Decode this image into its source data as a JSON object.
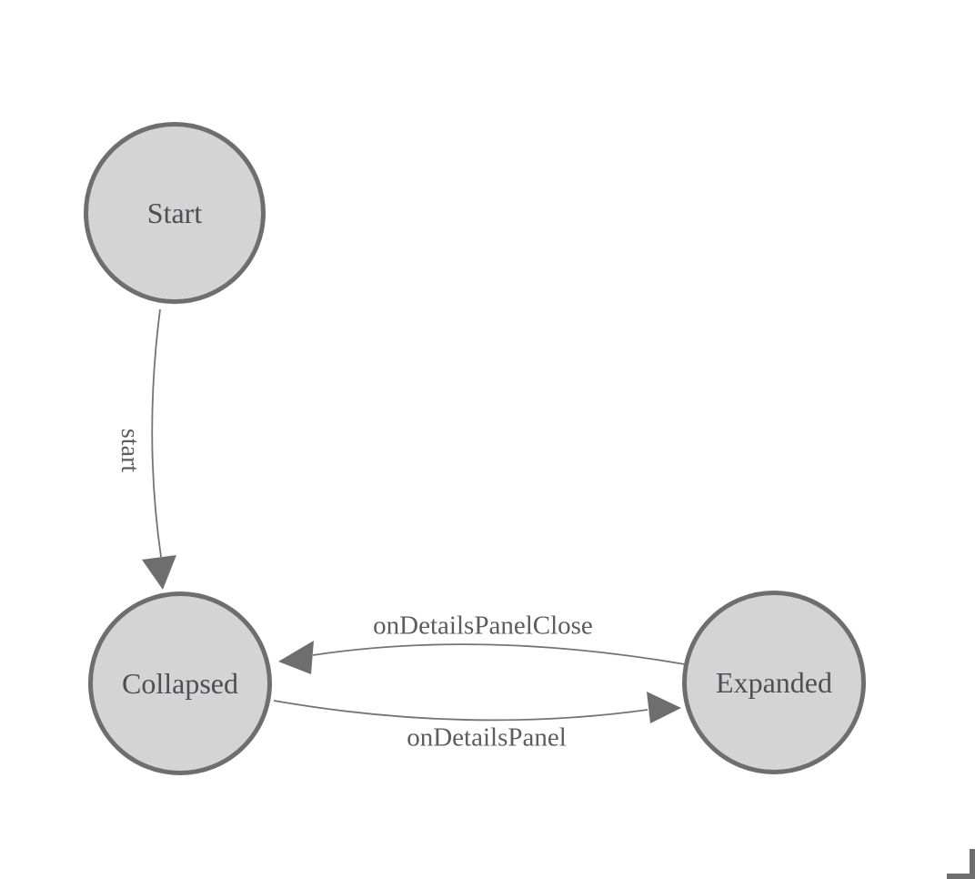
{
  "diagram": {
    "type": "state-machine",
    "nodes": [
      {
        "id": "start",
        "label": "Start"
      },
      {
        "id": "collapsed",
        "label": "Collapsed"
      },
      {
        "id": "expanded",
        "label": "Expanded"
      }
    ],
    "edges": [
      {
        "from": "Start",
        "to": "Collapsed",
        "label": "start"
      },
      {
        "from": "Expanded",
        "to": "Collapsed",
        "label": "onDetailsPanelClose"
      },
      {
        "from": "Collapsed",
        "to": "Expanded",
        "label": "onDetailsPanel"
      }
    ],
    "colors": {
      "background": "#ffffff",
      "node_fill": "#d4d4d4",
      "node_border": "#6e6e6e",
      "edge_stroke": "#747474",
      "arrowhead_fill": "#6e6e6e",
      "node_text": "#4c4f55",
      "edge_text": "#5b5d61",
      "corner_mark": "#6e6e6e"
    }
  }
}
